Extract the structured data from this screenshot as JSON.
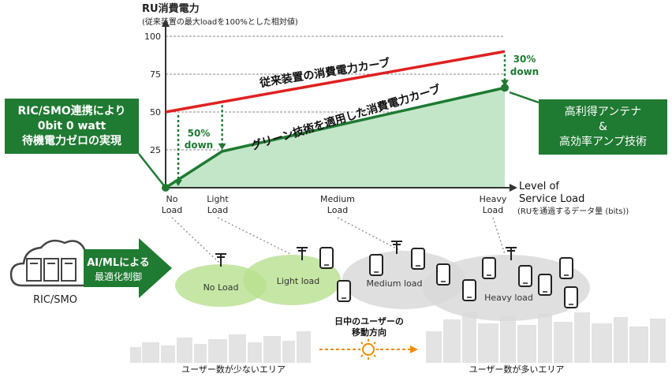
{
  "chart_data": {
    "type": "line",
    "title": "RU消費電力",
    "subtitle": "(従来装置の最大loadを100%とした相対値)",
    "yticks": [
      "100",
      "75",
      "50",
      "25"
    ],
    "xlabel": [
      "Level of",
      "Service Load"
    ],
    "xlabel_note": "(RUを通過するデータ量 (bits))",
    "categories": [
      {
        "line1": "No",
        "line2": "Load"
      },
      {
        "line1": "Light",
        "line2": "Load"
      },
      {
        "line1": "Medium",
        "line2": "Load"
      },
      {
        "line1": "Heavy",
        "line2": "Load"
      }
    ],
    "series": [
      {
        "name": "従来装置の消費電力カーブ",
        "x": [
          0,
          3
        ],
        "y": [
          50,
          90
        ],
        "color": "#e02020"
      },
      {
        "name": "グリーン技術を適用した消費電力カーブ",
        "x": [
          0,
          0.5,
          3
        ],
        "y": [
          0,
          24,
          66
        ],
        "color": "#1f7a32"
      }
    ],
    "annotations": [
      {
        "line1": "50%",
        "line2": "down"
      },
      {
        "line1": "30%",
        "line2": "down"
      }
    ]
  },
  "left_box": {
    "line1": "RIC/SMO連携により",
    "line2": "0bit 0 watt",
    "line3": "待機電力ゼロの実現"
  },
  "right_box": {
    "line1": "高利得アンテナ",
    "line2": "&",
    "line3": "高効率アンプ技術"
  },
  "arrow_label": {
    "line1": "AI/MLによる",
    "line2": "最適化制御"
  },
  "ric_label": "RIC/SMO",
  "cells": [
    "No Load",
    "Light load",
    "Medium load",
    "Heavy load"
  ],
  "movement": {
    "line1": "日中のユーザーの",
    "line2": "移動方向"
  },
  "area_left": "ユーザー数が少ないエリア",
  "area_right": "ユーザー数が多いエリア",
  "colors": {
    "red": "#e02020",
    "green": "#1f7a32",
    "light_green": "#c3e6c9",
    "cell_green": "#b8e08f",
    "cell_gray": "#d9d9d9",
    "orange": "#f08c00"
  }
}
